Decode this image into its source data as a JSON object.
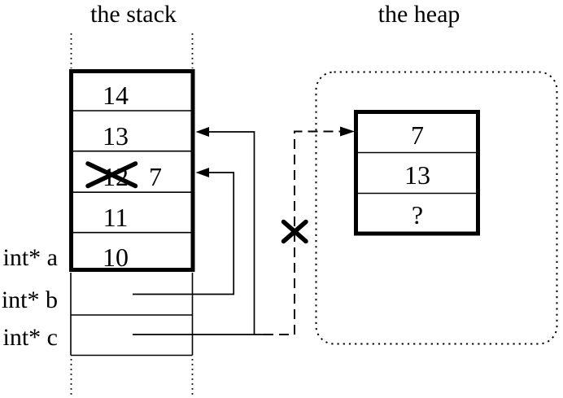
{
  "colors": {
    "ink": "#000000",
    "paper": "#ffffff"
  },
  "icons": {
    "cross_out": "X-shaped strike-through",
    "pointer_arrowhead": "filled triangle"
  },
  "stack": {
    "title": "the stack",
    "frame_cells": [
      {
        "value": "14"
      },
      {
        "value": "13"
      },
      {
        "value": "12",
        "crossed_out": true,
        "overwritten_with": "7"
      },
      {
        "value": "11"
      },
      {
        "value": "10"
      }
    ],
    "variables": [
      {
        "label": "int* a"
      },
      {
        "label": "int* b"
      },
      {
        "label": "int* c"
      }
    ]
  },
  "heap": {
    "title": "the heap",
    "cells": [
      {
        "value": "7"
      },
      {
        "value": "13"
      },
      {
        "value": "?"
      }
    ],
    "dangling_pointer_crossed_out": true
  }
}
